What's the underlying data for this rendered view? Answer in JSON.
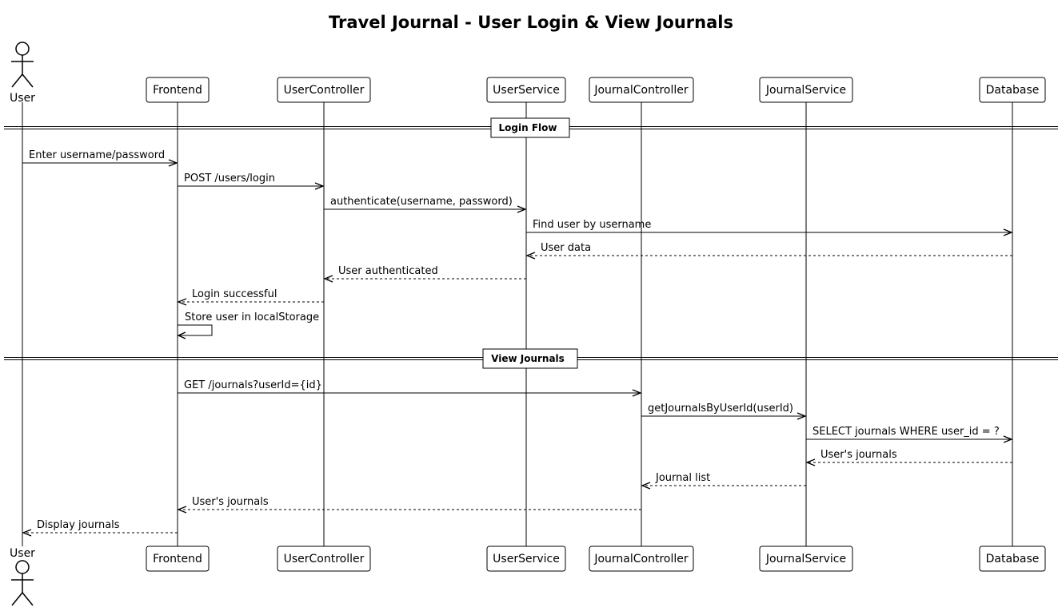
{
  "title": "Travel Journal - User Login & View Journals",
  "participants": [
    {
      "id": "user",
      "label": "User",
      "kind": "actor"
    },
    {
      "id": "frontend",
      "label": "Frontend",
      "kind": "box"
    },
    {
      "id": "usercontroller",
      "label": "UserController",
      "kind": "box"
    },
    {
      "id": "userservice",
      "label": "UserService",
      "kind": "box"
    },
    {
      "id": "journalcontroller",
      "label": "JournalController",
      "kind": "box"
    },
    {
      "id": "journalservice",
      "label": "JournalService",
      "kind": "box"
    },
    {
      "id": "database",
      "label": "Database",
      "kind": "box"
    }
  ],
  "sections": [
    {
      "id": "login",
      "label": "Login Flow"
    },
    {
      "id": "view",
      "label": "View Journals"
    }
  ],
  "messages": [
    {
      "from": "user",
      "to": "frontend",
      "label": "Enter username/password",
      "style": "solid"
    },
    {
      "from": "frontend",
      "to": "usercontroller",
      "label": "POST /users/login",
      "style": "solid"
    },
    {
      "from": "usercontroller",
      "to": "userservice",
      "label": "authenticate(username, password)",
      "style": "solid"
    },
    {
      "from": "userservice",
      "to": "database",
      "label": "Find user by username",
      "style": "solid"
    },
    {
      "from": "database",
      "to": "userservice",
      "label": "User data",
      "style": "dashed"
    },
    {
      "from": "userservice",
      "to": "usercontroller",
      "label": "User authenticated",
      "style": "dashed"
    },
    {
      "from": "usercontroller",
      "to": "frontend",
      "label": "Login successful",
      "style": "dashed"
    },
    {
      "from": "frontend",
      "to": "frontend",
      "label": "Store user in localStorage",
      "style": "solid"
    },
    {
      "from": "frontend",
      "to": "journalcontroller",
      "label": "GET /journals?userId={id}",
      "style": "solid"
    },
    {
      "from": "journalcontroller",
      "to": "journalservice",
      "label": "getJournalsByUserId(userId)",
      "style": "solid"
    },
    {
      "from": "journalservice",
      "to": "database",
      "label": "SELECT journals WHERE user_id = ?",
      "style": "solid"
    },
    {
      "from": "database",
      "to": "journalservice",
      "label": "User's journals",
      "style": "dashed"
    },
    {
      "from": "journalservice",
      "to": "journalcontroller",
      "label": "Journal list",
      "style": "dashed"
    },
    {
      "from": "journalcontroller",
      "to": "frontend",
      "label": "User's journals",
      "style": "dashed"
    },
    {
      "from": "frontend",
      "to": "user",
      "label": "Display journals",
      "style": "dashed"
    }
  ]
}
